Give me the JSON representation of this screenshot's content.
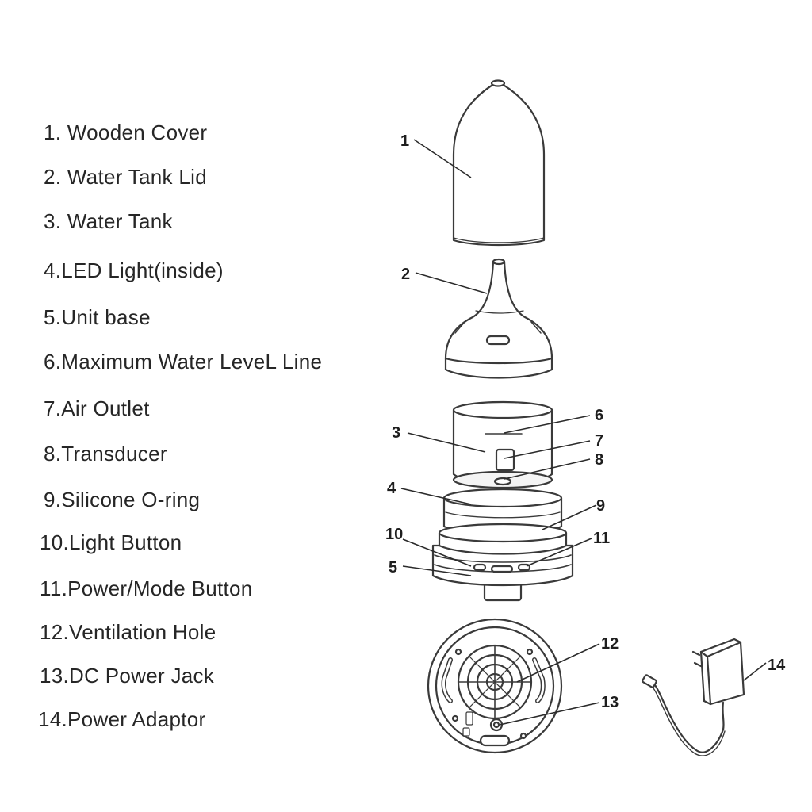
{
  "legend": {
    "items": [
      "1. Wooden  Cover",
      "2. Water Tank Lid",
      "3. Water Tank",
      "4.LED Light(inside)",
      "5.Unit base",
      "6.Maximum Water LeveL Line",
      "7.Air Outlet",
      "8.Transducer",
      "9.Silicone  O-ring",
      "10.Light Button",
      "11.Power/Mode  Button",
      "12.Ventilation  Hole",
      "13.DC  Power  Jack",
      "14.Power  Adaptor"
    ]
  },
  "callouts": [
    "1",
    "2",
    "3",
    "4",
    "5",
    "6",
    "7",
    "8",
    "9",
    "10",
    "11",
    "12",
    "13",
    "14"
  ],
  "colors": {
    "line": "#3a3a3a",
    "text": "#262626",
    "fill": "#ffffff"
  }
}
